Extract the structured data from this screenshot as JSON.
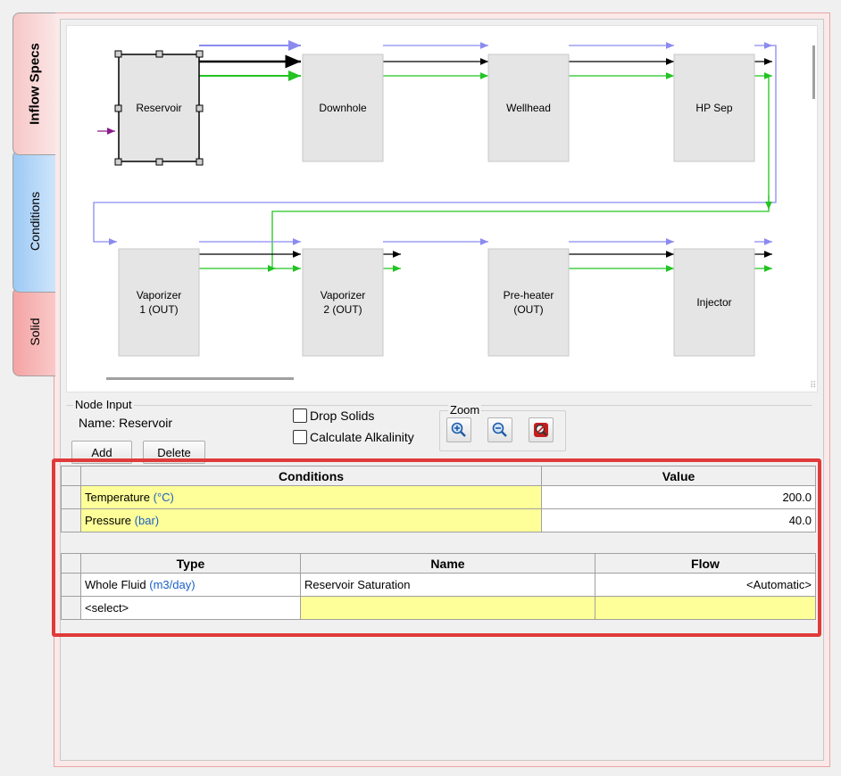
{
  "tabs": [
    {
      "label": "Inflow Specs"
    },
    {
      "label": "Conditions"
    },
    {
      "label": "Solid"
    }
  ],
  "diagram": {
    "nodes": [
      {
        "label": "Reservoir"
      },
      {
        "label": "Downhole"
      },
      {
        "label": "Wellhead"
      },
      {
        "label": "HP Sep"
      },
      {
        "label": "Vaporizer\n1 (OUT)"
      },
      {
        "label": "Vaporizer\n2 (OUT)"
      },
      {
        "label": "Pre-heater\n(OUT)"
      },
      {
        "label": "Injector"
      }
    ],
    "colors": {
      "blue": "#8a8af0",
      "green": "#22c322",
      "black": "#000000",
      "purple": "#8b1a8b",
      "node_fill": "#e5e5e5"
    }
  },
  "node_input": {
    "group_label": "Node Input",
    "name_text": "Name: Reservoir",
    "add_label": "Add",
    "delete_label": "Delete",
    "drop_solids_label": "Drop Solids",
    "calc_alkalinity_label": "Calculate Alkalinity",
    "drop_solids_checked": false,
    "calc_alkalinity_checked": false,
    "zoom_label": "Zoom",
    "zoom_buttons": [
      "zoom-in-icon",
      "zoom-out-icon",
      "zoom-reset-icon"
    ]
  },
  "conditions_table": {
    "headers": {
      "conditions": "Conditions",
      "value": "Value"
    },
    "rows": [
      {
        "name": "Temperature",
        "unit": "(°C)",
        "value": "200.0"
      },
      {
        "name": "Pressure",
        "unit": "(bar)",
        "value": "40.0"
      }
    ]
  },
  "inflow_table": {
    "headers": {
      "type": "Type",
      "name": "Name",
      "flow": "Flow"
    },
    "rows": [
      {
        "type": "Whole Fluid",
        "unit": "(m3/day)",
        "name": "Reservoir Saturation",
        "flow": "<Automatic>"
      },
      {
        "type": "<select>",
        "unit": "",
        "name": "",
        "flow": ""
      }
    ]
  },
  "accent": {
    "highlight": "#e03a3a",
    "input_yellow": "#ffff99"
  }
}
